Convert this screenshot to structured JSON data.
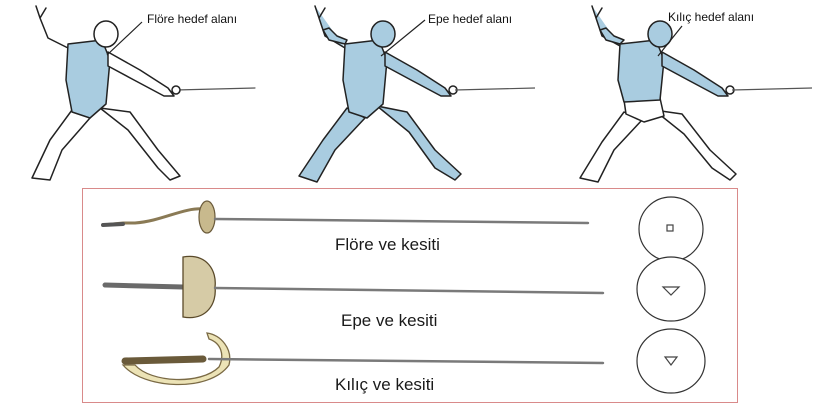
{
  "figures": [
    {
      "target_label": "Flöre hedef alanı",
      "target_region": "torso"
    },
    {
      "target_label": "Epe hedef alanı",
      "target_region": "whole-body"
    },
    {
      "target_label": "Kılıç hedef alanı",
      "target_region": "upper-body"
    }
  ],
  "weapons": [
    {
      "caption": "Flöre ve kesiti",
      "cross_section": "square"
    },
    {
      "caption": "Epe ve kesiti",
      "cross_section": "triangle"
    },
    {
      "caption": "Kılıç ve kesiti",
      "cross_section": "triangle"
    }
  ],
  "colors": {
    "target_fill": "#a9cce0",
    "outline": "#222222",
    "box_border": "#d98a8a",
    "blade": "#7a7a7a",
    "sabre_guard": "#ece3b6"
  }
}
